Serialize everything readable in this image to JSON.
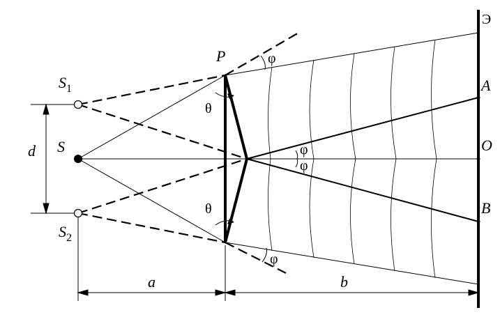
{
  "labels": {
    "S": "S",
    "S1": "S",
    "S1_sub": "1",
    "S2": "S",
    "S2_sub": "2",
    "P": "P",
    "screen": "Э",
    "A": "A",
    "O": "O",
    "B": "B",
    "d": "d",
    "a": "a",
    "b": "b",
    "theta": "θ",
    "phi": "φ"
  }
}
